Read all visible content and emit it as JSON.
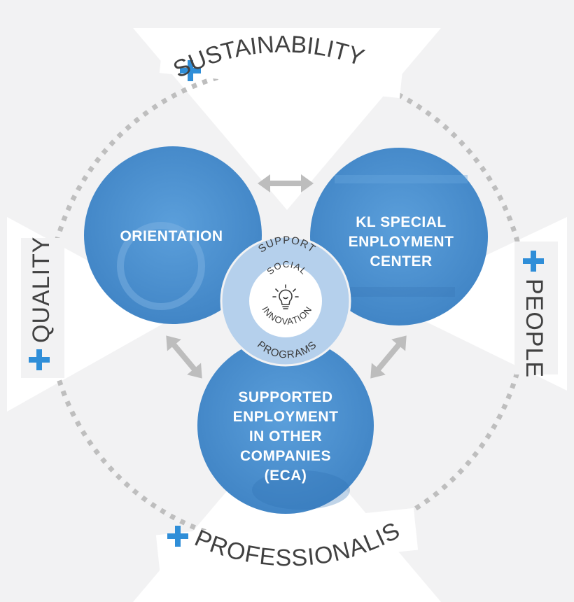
{
  "colors": {
    "background": "#f2f2f3",
    "triangles": "#ffffff",
    "circle_fill": "#4a8fcf",
    "hub_ring": "#b5d0ec",
    "plus": "#2f8ed8",
    "arrow": "#bdbdbd",
    "dotted_ring": "#bebebe",
    "text_dark": "#414141"
  },
  "pillars": {
    "top": "SUSTAINABILITY",
    "right": "PEOPLE",
    "bottom": "PROFESSIONALISM",
    "left": "QUALITY",
    "icon": "plus-icon"
  },
  "circles": {
    "orientation": [
      "ORIENTATION"
    ],
    "special_center": [
      "KL SPECIAL",
      "ENPLOYMENT",
      "CENTER"
    ],
    "supported": [
      "SUPPORTED",
      "ENPLOYMENT",
      "IN OTHER",
      "COMPANIES",
      "(ECA)"
    ]
  },
  "hub": {
    "top": "SUPPORT",
    "bottom": "PROGRAMS",
    "inner_top": "SOCIAL",
    "inner_bottom": "INNOVATION",
    "icon": "lightbulb-icon"
  }
}
